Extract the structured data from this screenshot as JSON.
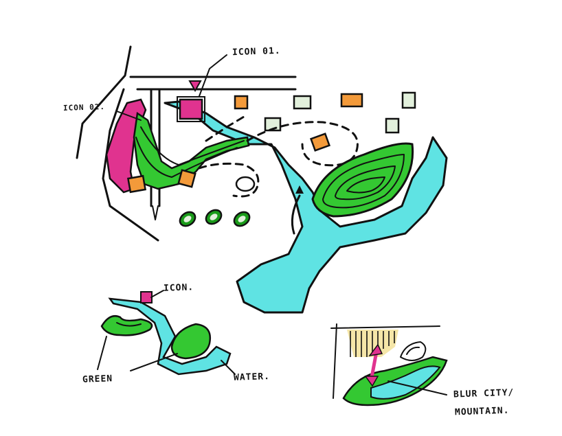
{
  "labels": {
    "icon_01": "ICON 01.",
    "icon_02": "ICON 02.",
    "icon": "ICON.",
    "green": "GREEN",
    "water": "WATER.",
    "blur_line1": "BLUR CITY/",
    "blur_line2": "MOUNTAIN."
  },
  "colors": {
    "water": "#5fe3e3",
    "green_light": "#34c832",
    "green_dark": "#1a9b1a",
    "magenta": "#e0338f",
    "orange": "#f39a3a",
    "pale_green": "#e2f0dc",
    "yellow_hatch": "#f5e6a8",
    "ink": "#111111"
  },
  "icons": [
    "icon-01-square",
    "icon-02-strip",
    "arrow-up-icon",
    "double-arrow-icon"
  ]
}
